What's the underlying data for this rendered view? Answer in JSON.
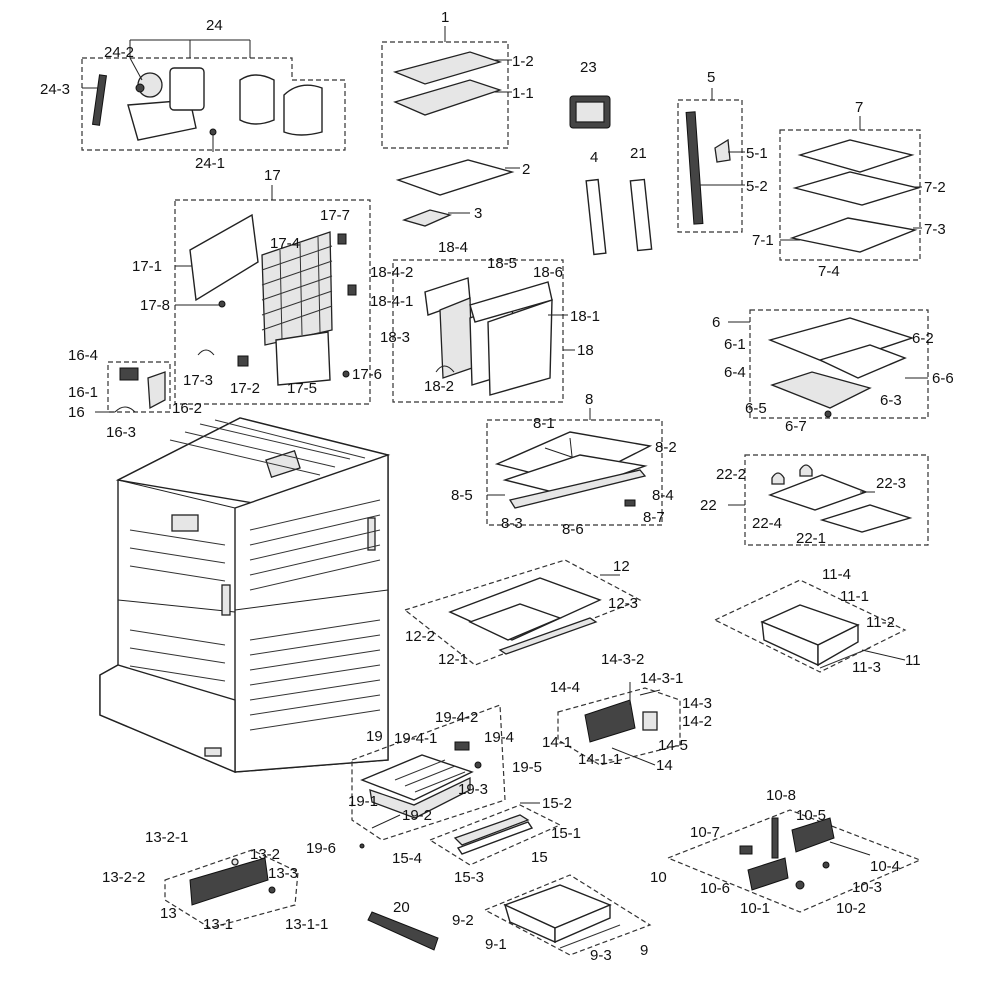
{
  "diagram": {
    "labels": {
      "l1": "1",
      "l1_1": "1-1",
      "l1_2": "1-2",
      "l2": "2",
      "l3": "3",
      "l4": "4",
      "l5": "5",
      "l5_1": "5-1",
      "l5_2": "5-2",
      "l6": "6",
      "l6_1": "6-1",
      "l6_2": "6-2",
      "l6_3": "6-3",
      "l6_4": "6-4",
      "l6_5": "6-5",
      "l6_6": "6-6",
      "l6_7": "6-7",
      "l7": "7",
      "l7_1": "7-1",
      "l7_2": "7-2",
      "l7_3": "7-3",
      "l7_4": "7-4",
      "l8": "8",
      "l8_1": "8-1",
      "l8_2": "8-2",
      "l8_3": "8-3",
      "l8_4": "8-4",
      "l8_5": "8-5",
      "l8_6": "8-6",
      "l8_7": "8-7",
      "l9": "9",
      "l9_1": "9-1",
      "l9_2": "9-2",
      "l9_3": "9-3",
      "l10": "10",
      "l10_1": "10-1",
      "l10_2": "10-2",
      "l10_3": "10-3",
      "l10_4": "10-4",
      "l10_5": "10-5",
      "l10_6": "10-6",
      "l10_7": "10-7",
      "l10_8": "10-8",
      "l11": "11",
      "l11_1": "11-1",
      "l11_2": "11-2",
      "l11_3": "11-3",
      "l11_4": "11-4",
      "l12": "12",
      "l12_1": "12-1",
      "l12_2": "12-2",
      "l12_3": "12-3",
      "l13": "13",
      "l13_1": "13-1",
      "l13_1_1": "13-1-1",
      "l13_2": "13-2",
      "l13_2_1": "13-2-1",
      "l13_2_2": "13-2-2",
      "l13_3": "13-3",
      "l14": "14",
      "l14_1": "14-1",
      "l14_1_1": "14-1-1",
      "l14_2": "14-2",
      "l14_3": "14-3",
      "l14_3_1": "14-3-1",
      "l14_3_2": "14-3-2",
      "l14_4": "14-4",
      "l14_5": "14-5",
      "l15": "15",
      "l15_1": "15-1",
      "l15_2": "15-2",
      "l15_3": "15-3",
      "l15_4": "15-4",
      "l16": "16",
      "l16_1": "16-1",
      "l16_2": "16-2",
      "l16_3": "16-3",
      "l16_4": "16-4",
      "l17": "17",
      "l17_1": "17-1",
      "l17_2": "17-2",
      "l17_3": "17-3",
      "l17_4": "17-4",
      "l17_5": "17-5",
      "l17_6": "17-6",
      "l17_7": "17-7",
      "l17_8": "17-8",
      "l18": "18",
      "l18_1": "18-1",
      "l18_2": "18-2",
      "l18_3": "18-3",
      "l18_4": "18-4",
      "l18_4_1": "18-4-1",
      "l18_4_2": "18-4-2",
      "l18_5": "18-5",
      "l18_6": "18-6",
      "l19": "19",
      "l19_1": "19-1",
      "l19_2": "19-2",
      "l19_3": "19-3",
      "l19_4": "19-4",
      "l19_4_1": "19-4-1",
      "l19_4_2": "19-4-2",
      "l19_5": "19-5",
      "l19_6": "19-6",
      "l20": "20",
      "l21": "21",
      "l22": "22",
      "l22_1": "22-1",
      "l22_2": "22-2",
      "l22_3": "22-3",
      "l22_4": "22-4",
      "l23": "23",
      "l24": "24",
      "l24_1": "24-1",
      "l24_2": "24-2",
      "l24_3": "24-3"
    }
  }
}
